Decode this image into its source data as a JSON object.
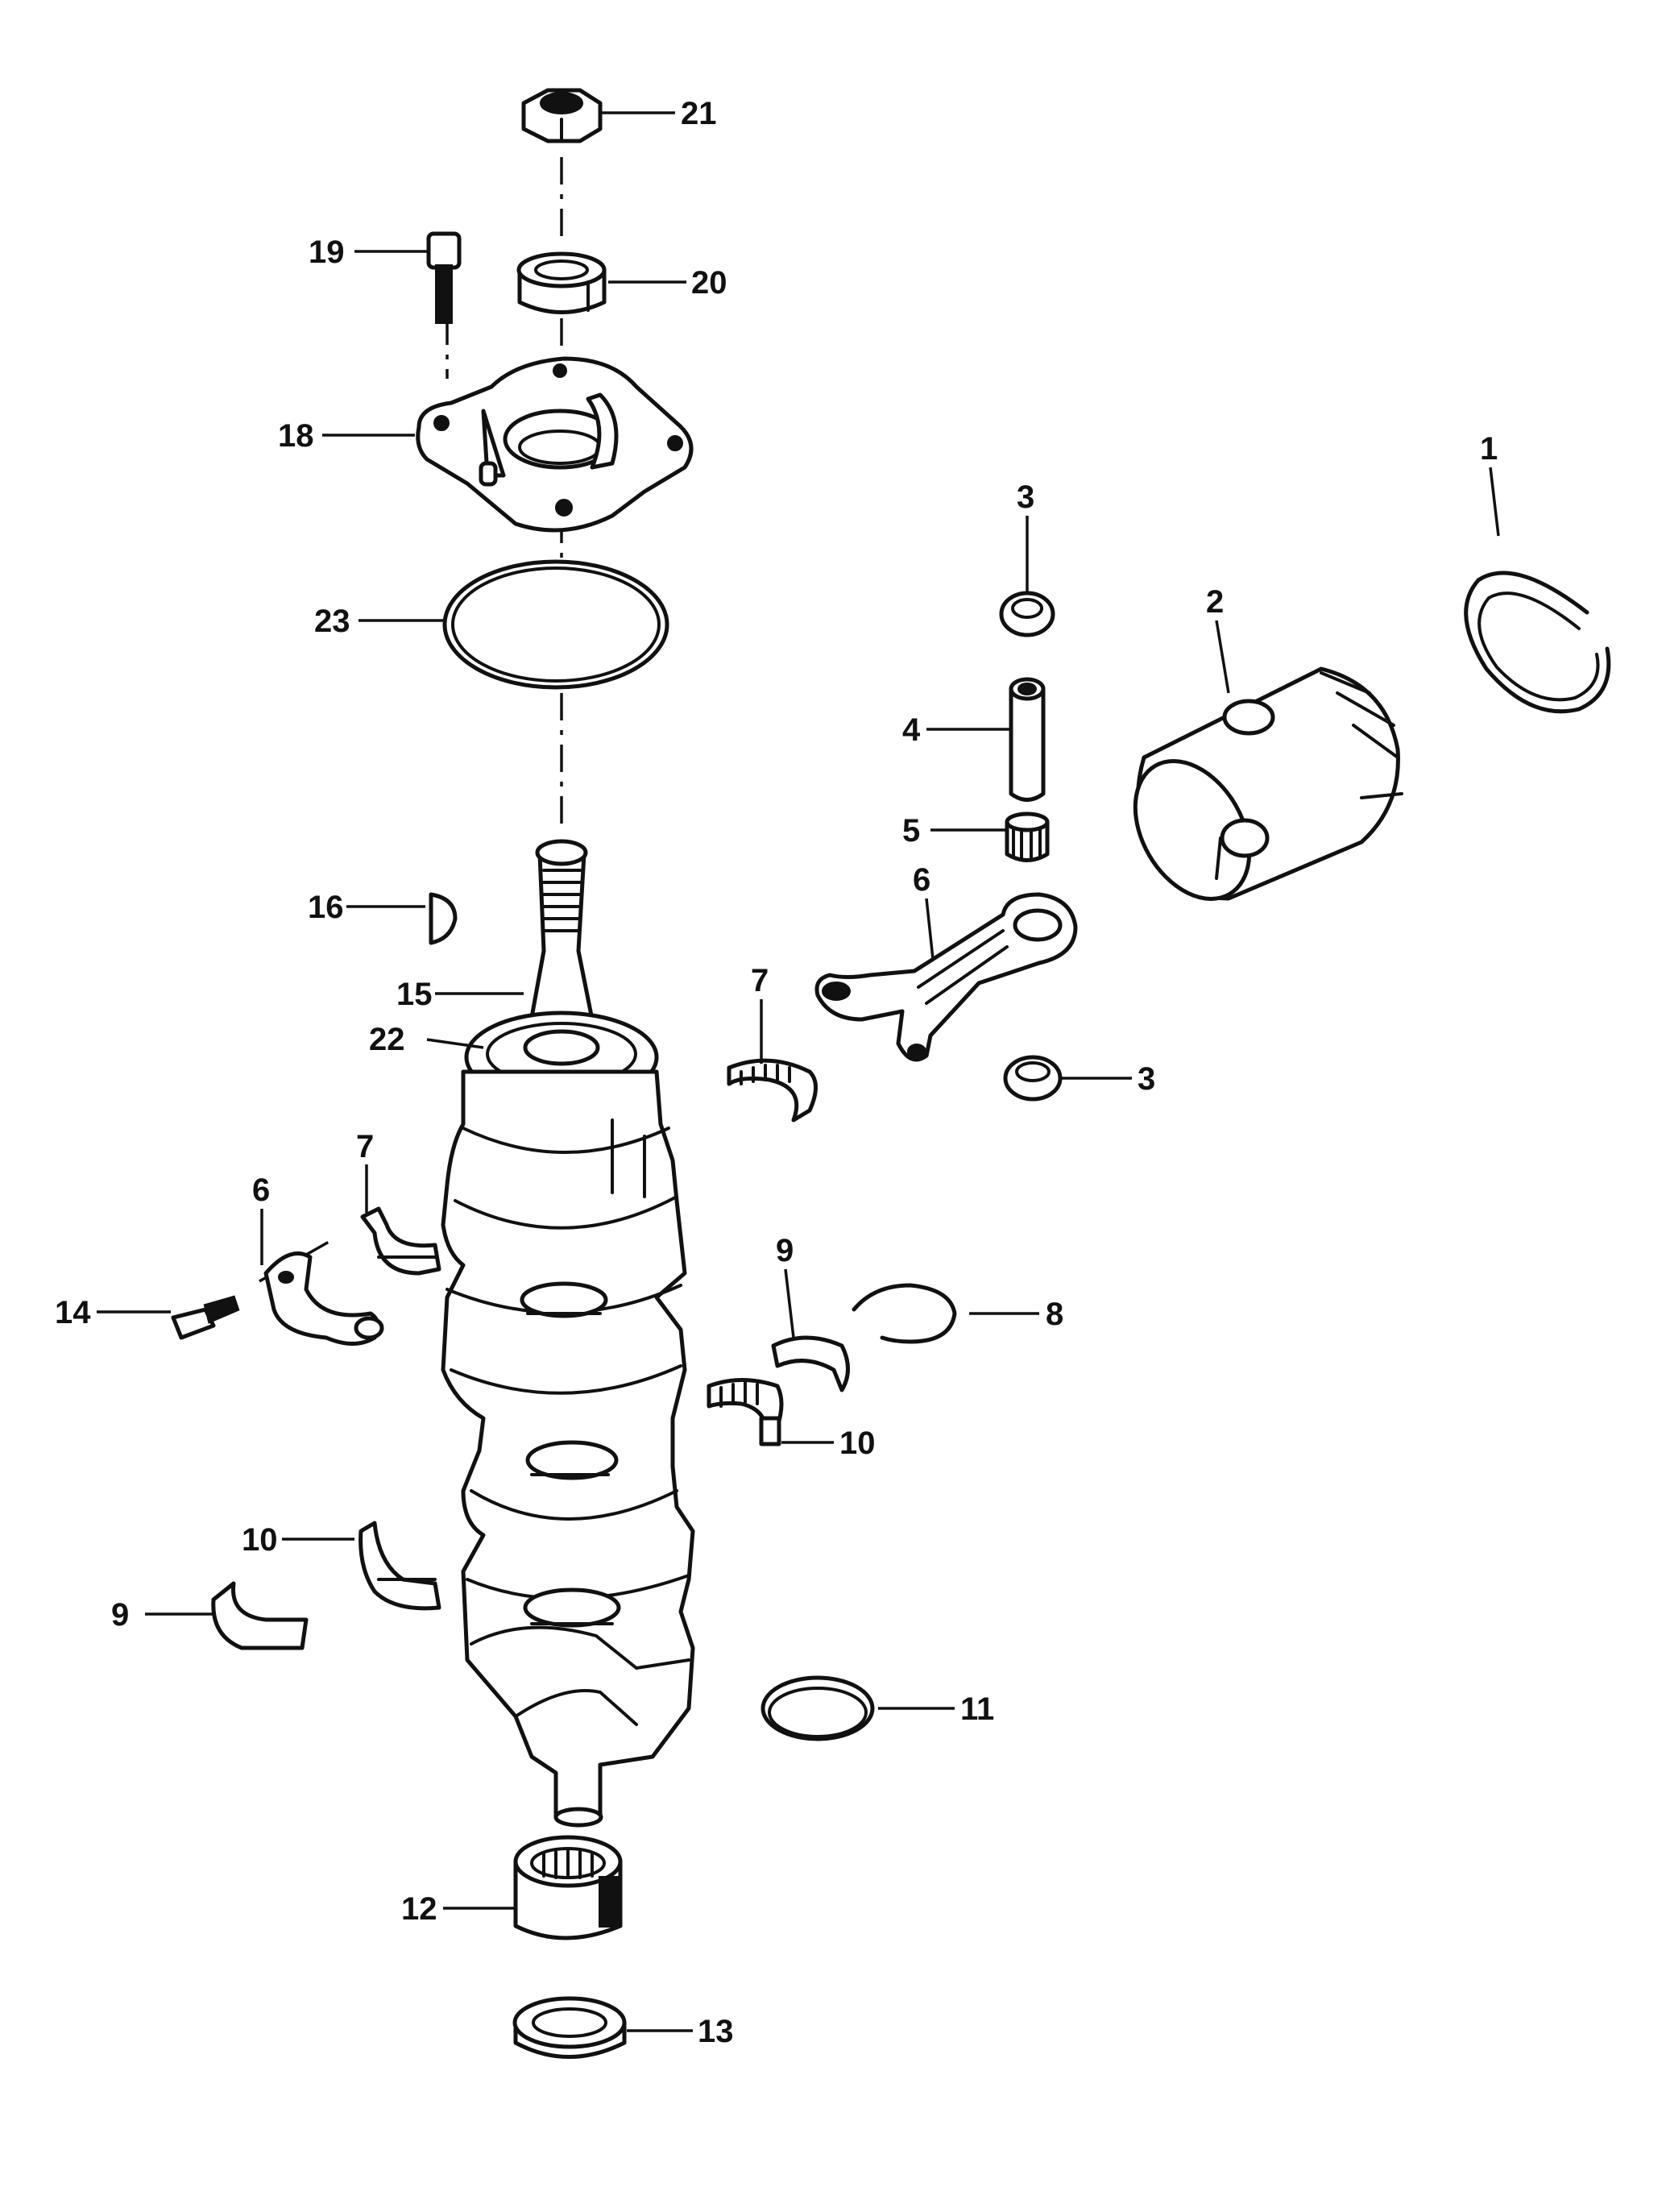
{
  "callouts": {
    "c1": "1",
    "c2": "2",
    "c3a": "3",
    "c3b": "3",
    "c4": "4",
    "c5": "5",
    "c6a": "6",
    "c6b": "6",
    "c7a": "7",
    "c7b": "7",
    "c8": "8",
    "c9a": "9",
    "c9b": "9",
    "c10a": "10",
    "c10b": "10",
    "c11": "11",
    "c12": "12",
    "c13": "13",
    "c14": "14",
    "c15": "15",
    "c16": "16",
    "c18": "18",
    "c19": "19",
    "c20": "20",
    "c21": "21",
    "c22": "22",
    "c23": "23"
  },
  "colors": {
    "ink": "#111111",
    "paper": "#ffffff"
  }
}
